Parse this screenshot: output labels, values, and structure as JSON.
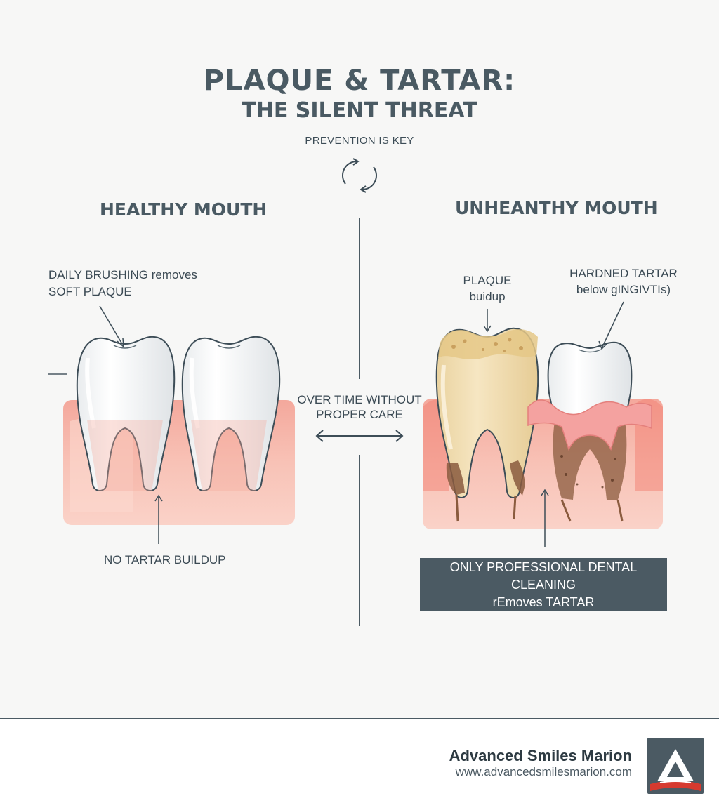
{
  "header": {
    "title": "PLAQUE & TARTAR:",
    "subtitle": "THE SILENT THREAT",
    "tagline": "PREVENTION IS KEY"
  },
  "healthy": {
    "heading": "HEALTHY MOUTH",
    "brushing_label_line1": "DAILY BRUSHING removes",
    "brushing_label_line2": "SOFT PLAQUE",
    "no_tartar_label": "NO TARTAR BUILDUP"
  },
  "transition": {
    "line1": "OVER TIME WITHOUT",
    "line2": "PROPER CARE"
  },
  "unhealthy": {
    "heading": "UNHEANTHY MOUTH",
    "plaque_label_line1": "PLAQUE",
    "plaque_label_line2": "buidup",
    "tartar_label_line1": "HARDNED TARTAR",
    "tartar_label_line2": "below gINGIVTIs)",
    "callout_line1": "ONLY PROFESSIONAL DENTAL CLEANING",
    "callout_line2": "rEmoves TARTAR"
  },
  "footer": {
    "brand": "Advanced Smiles Marion",
    "url": "www.advancedsmilesmarion.com"
  },
  "icons": {
    "cycle": "refresh-cycle-icon",
    "logo": "triangle-a-logo-icon",
    "transition_arrow": "double-arrow-icon"
  },
  "colors": {
    "text": "#4a5a63",
    "gum": "#f7b9ad",
    "gum_light": "#fcd3c9",
    "tooth": "#ffffff",
    "plaque_tooth": "#f2ddb0",
    "tartar": "#8a5b3e",
    "callout_bg": "#4b5a63",
    "logo_red": "#d63a2f"
  }
}
